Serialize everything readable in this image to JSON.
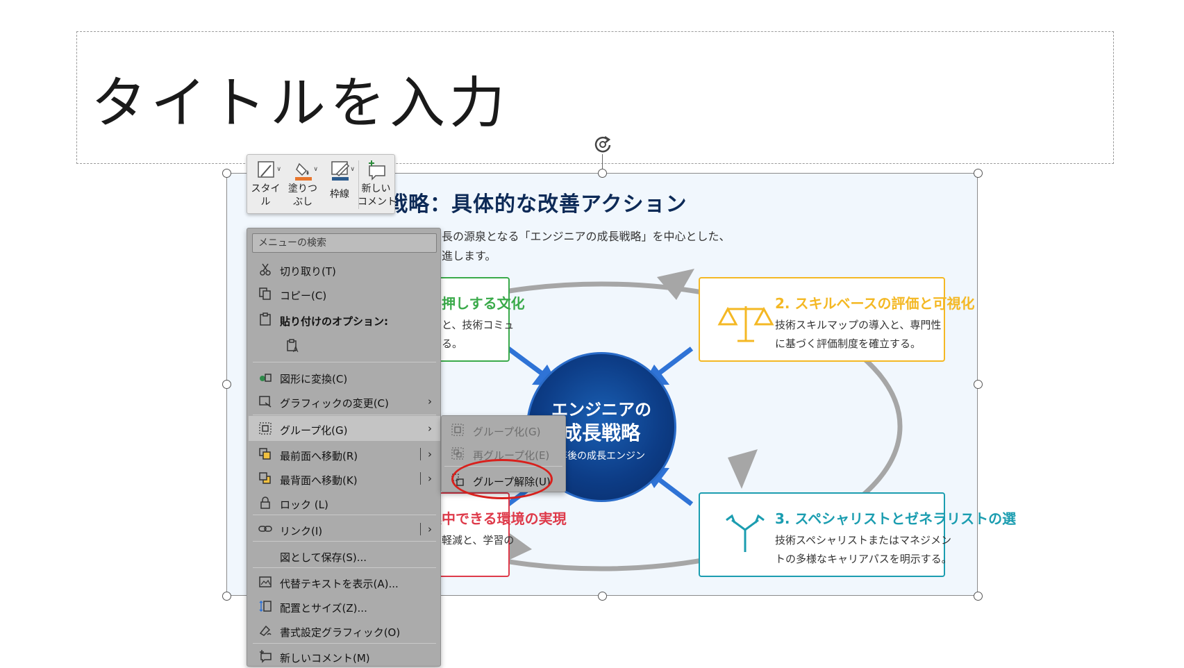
{
  "title_placeholder": {
    "text": "タイトルを入力"
  },
  "slide": {
    "title": "長戦略：具体的な改善アクション",
    "subtitle_line1": "長の源泉となる「エンジニアの成長戦略」を中心とした、",
    "subtitle_line2": "進します。",
    "center": {
      "line1": "エンジニアの",
      "line2": "成長戦略",
      "line3": "年後の成長エンジン"
    },
    "cards": {
      "green": {
        "title": "押しする文化",
        "text1": "と、技術コミュ",
        "text2": "る。",
        "color": "#3aaa4a"
      },
      "yellow": {
        "title": "2. スキルベースの評価と可視化",
        "text1": "技術スキルマップの導入と、専門性",
        "text2": "に基づく評価制度を確立する。",
        "color": "#f4b824",
        "icon": "balance-scale-icon"
      },
      "red": {
        "title": "集中できる環境の実現",
        "text1": "軽減と、学習の",
        "text2": "",
        "color": "#de3a4a"
      },
      "teal": {
        "title": "3. スペシャリストとゼネラリストの選",
        "text1": "技術スペシャリストまたはマネジメン",
        "text2": "トの多様なキャリアパスを明示する。",
        "color": "#1b9db0",
        "icon": "fork-path-icon"
      }
    },
    "colors": {
      "background": "#f1f7fd",
      "ring": "#a6a6a6",
      "arrow_blue": "#2f73d6",
      "center": "#0d3d87"
    }
  },
  "mini_toolbar": {
    "style": "スタイ\nル",
    "fill": "塗りつ\nぶし",
    "outline": "枠線",
    "new_comment": "新しい\nコメント",
    "colors": {
      "fill_bar": "#e8762d",
      "outline_bar": "#2b5a8c"
    }
  },
  "context_menu": {
    "search_placeholder": "メニューの検索",
    "items": {
      "cut": "切り取り(T)",
      "copy": "コピー(C)",
      "paste_options": "貼り付けのオプション:",
      "convert_shape": "図形に変換(C)",
      "change_graphic": "グラフィックの変更(C)",
      "group": "グループ化(G)",
      "bring_front": "最前面へ移動(R)",
      "send_back": "最背面へ移動(K)",
      "lock": "ロック (L)",
      "link": "リンク(I)",
      "save_as_picture": "図として保存(S)...",
      "alt_text": "代替テキストを表示(A)...",
      "size_position": "配置とサイズ(Z)...",
      "format_graphic": "書式設定グラフィック(O)",
      "new_comment": "新しいコメント(M)"
    }
  },
  "submenu": {
    "group": "グループ化(G)",
    "regroup": "再グループ化(E)",
    "ungroup": "グループ解除(U)",
    "highlight_color": "#d8201c"
  }
}
